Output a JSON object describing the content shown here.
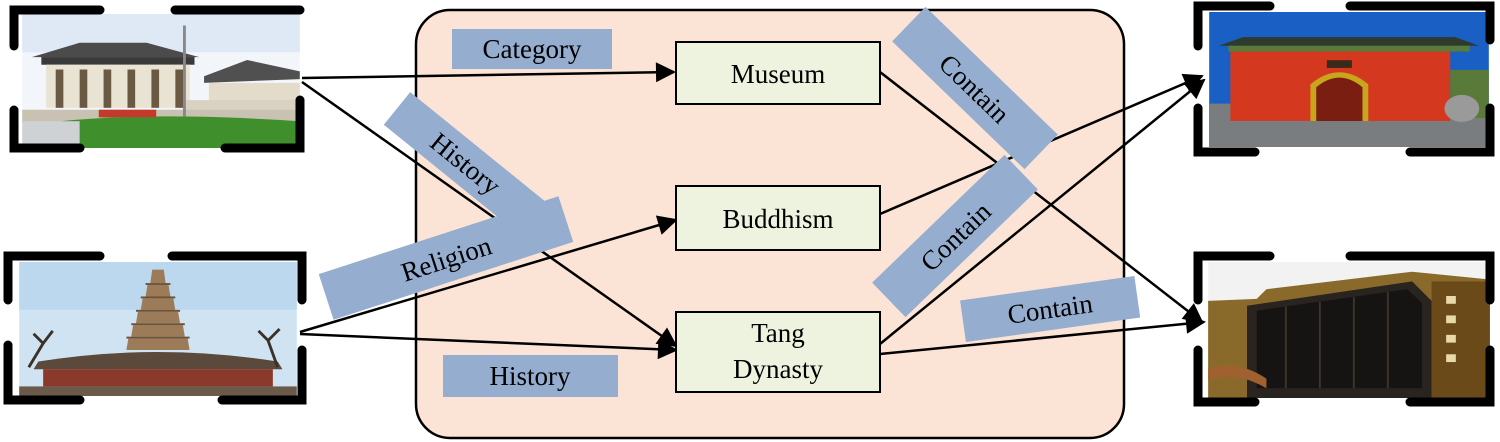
{
  "colors": {
    "panel_fill": "#fbe4d5",
    "node_fill": "#eef3df",
    "edge_label_fill": "#95adcf",
    "line": "#000000"
  },
  "nodes": {
    "museum": "Museum",
    "buddhism": "Buddhism",
    "tang_dynasty": [
      "Tang",
      "Dynasty"
    ]
  },
  "edge_labels": {
    "category": "Category",
    "history_top": "History",
    "religion": "Religion",
    "history_bottom": "History",
    "contain_top": "Contain",
    "contain_middle": "Contain",
    "contain_bottom": "Contain"
  },
  "images": {
    "top_left": "museum-building-image",
    "bottom_left": "pagoda-image",
    "top_right": "red-temple-gate-image",
    "bottom_right": "modern-building-image"
  }
}
